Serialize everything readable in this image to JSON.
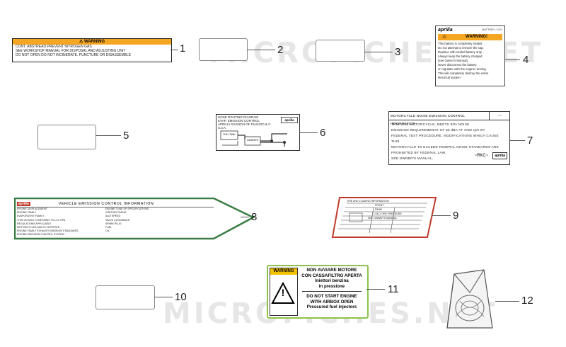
{
  "watermark": "MICROFICHES.NET",
  "callouts": [
    "1",
    "2",
    "3",
    "4",
    "5",
    "6",
    "7",
    "8",
    "9",
    "10",
    "11",
    "12"
  ],
  "label1": {
    "warning_title": "WARNING",
    "line1": "CONT. ABSTREAD PREVENT NITROGEN GAS",
    "line2": "SEE WORKSHOP MANUAL FOR DISPOSAL AND ADJUSTING UNIT",
    "line3": "DO NOT OPEN DO NOT INCINERATE. PUNCTURE OR DISASSEMBLE"
  },
  "label4": {
    "brand": "aprilia",
    "header": "BATTERY / 12V",
    "warning": "WARNING!",
    "lines": [
      "This battery is completely sealed.",
      "Do not attempt to remove the cap.",
      "Replace with sealed battery only.",
      "Always keep the battery charged",
      "(see Owner's Manual).",
      "Never disconnect the battery",
      "or regulator with the engine running.",
      "This will completely destroy the entire",
      "electrical system."
    ]
  },
  "label6": {
    "lines": [
      "HOSE ROUTING DIAGRAM",
      "EVAP. EMISSION CONTROL",
      "APRILIA DIVISION OF PIAGGIO & C. S.p.A."
    ],
    "box_left": "FUEL TANK",
    "box_mid": "CANISTER",
    "brand": "aprilia"
  },
  "label7": {
    "title": "MOTORCYCLE NOISE EMISSION CONTROL INFORMATION",
    "lines": [
      "THIS 2010 MOTORCYCLE, MEETS EPA NOISE",
      "EMISSION REQUIREMENTS OF 80 dBA AT 4750 rpm BY",
      "FEDERAL TEST PROCEDURE. MODIFICATIONS WHICH CAUSE THIS",
      "MOTORCYCLE TO EXCEED FEDERAL NOISE STANDARDS ARE",
      "PROHIBITED BY FEDERAL LAW.",
      "SEE OWNER'S MANUAL."
    ],
    "code": "~RKC~",
    "brand": "aprilia"
  },
  "label8": {
    "brand": "aprilia",
    "title": "VEHICLE EMISSION CONTROL INFORMATION",
    "left_lines": [
      "ENGINE DISPLACEMENT",
      "ENGINE FAMILY",
      "EVAPORATIVE FAMILY",
      "THIS VEHICLE CONFORMS TO U.S. EPA",
      "REGULATIONS APPLICABLE",
      "MOTORCYCLES AND IS CERTIFIED",
      "ENGINE FAMILY EXHAUST EMISSION STANDARDS",
      "ENGINE EMISSION CONTROL SYSTEM"
    ],
    "right_lines": [
      "ENGINE TUNE UP SPECIFICATIONS",
      "IGNITION TIMING",
      "IDLE SPEED",
      "VALVE CLEARANCE",
      "SPARK PLUG",
      "FUEL",
      "OIL"
    ]
  },
  "label9": {
    "lines": [
      "TIRE AND LOADING INFORMATION",
      "FRONT",
      "REAR",
      "COLD TIRE PRESSURE",
      "SEE OWNER'S MANUAL"
    ]
  },
  "label11": {
    "warning": "WARNING",
    "it_line1": "NON AVVIARE MOTORE",
    "it_line2": "CON CASSAFILTRO APERTA",
    "it_line3": "Iniettori benzina",
    "it_line4": "in pressione",
    "en_line1": "DO NOT START ENGINE",
    "en_line2": "WITH AIRBOX OPEN",
    "en_line3": "Pressured fuel injectors",
    "symbol": "!"
  },
  "colors": {
    "warning_orange": "#f5a623",
    "label8_green": "#3a7d44",
    "label9_red": "#c0392b",
    "label11_frame": "#8bc34a",
    "label11_yellow": "#f2c200"
  }
}
